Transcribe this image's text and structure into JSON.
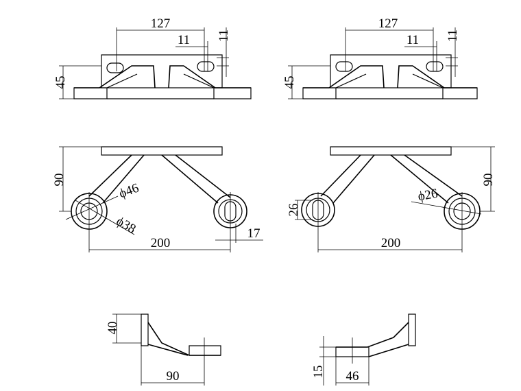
{
  "views": [
    {
      "id": "top-left",
      "dims": {
        "span": "127",
        "slot_width": "11",
        "slot_height": "11",
        "height": "45"
      }
    },
    {
      "id": "top-right",
      "dims": {
        "span": "127",
        "slot_width": "11",
        "slot_height": "11",
        "height": "45"
      }
    },
    {
      "id": "mid-left",
      "dims": {
        "height": "90",
        "outer_dia": "ϕ46",
        "inner_dia": "ϕ38",
        "span": "200",
        "edge": "17"
      }
    },
    {
      "id": "mid-right",
      "dims": {
        "slot": "26",
        "dia": "ϕ26",
        "span": "200",
        "height": "90"
      }
    },
    {
      "id": "bottom-left",
      "dims": {
        "height": "40",
        "width": "90"
      }
    },
    {
      "id": "bottom-right",
      "dims": {
        "height": "15",
        "width": "46"
      }
    }
  ]
}
